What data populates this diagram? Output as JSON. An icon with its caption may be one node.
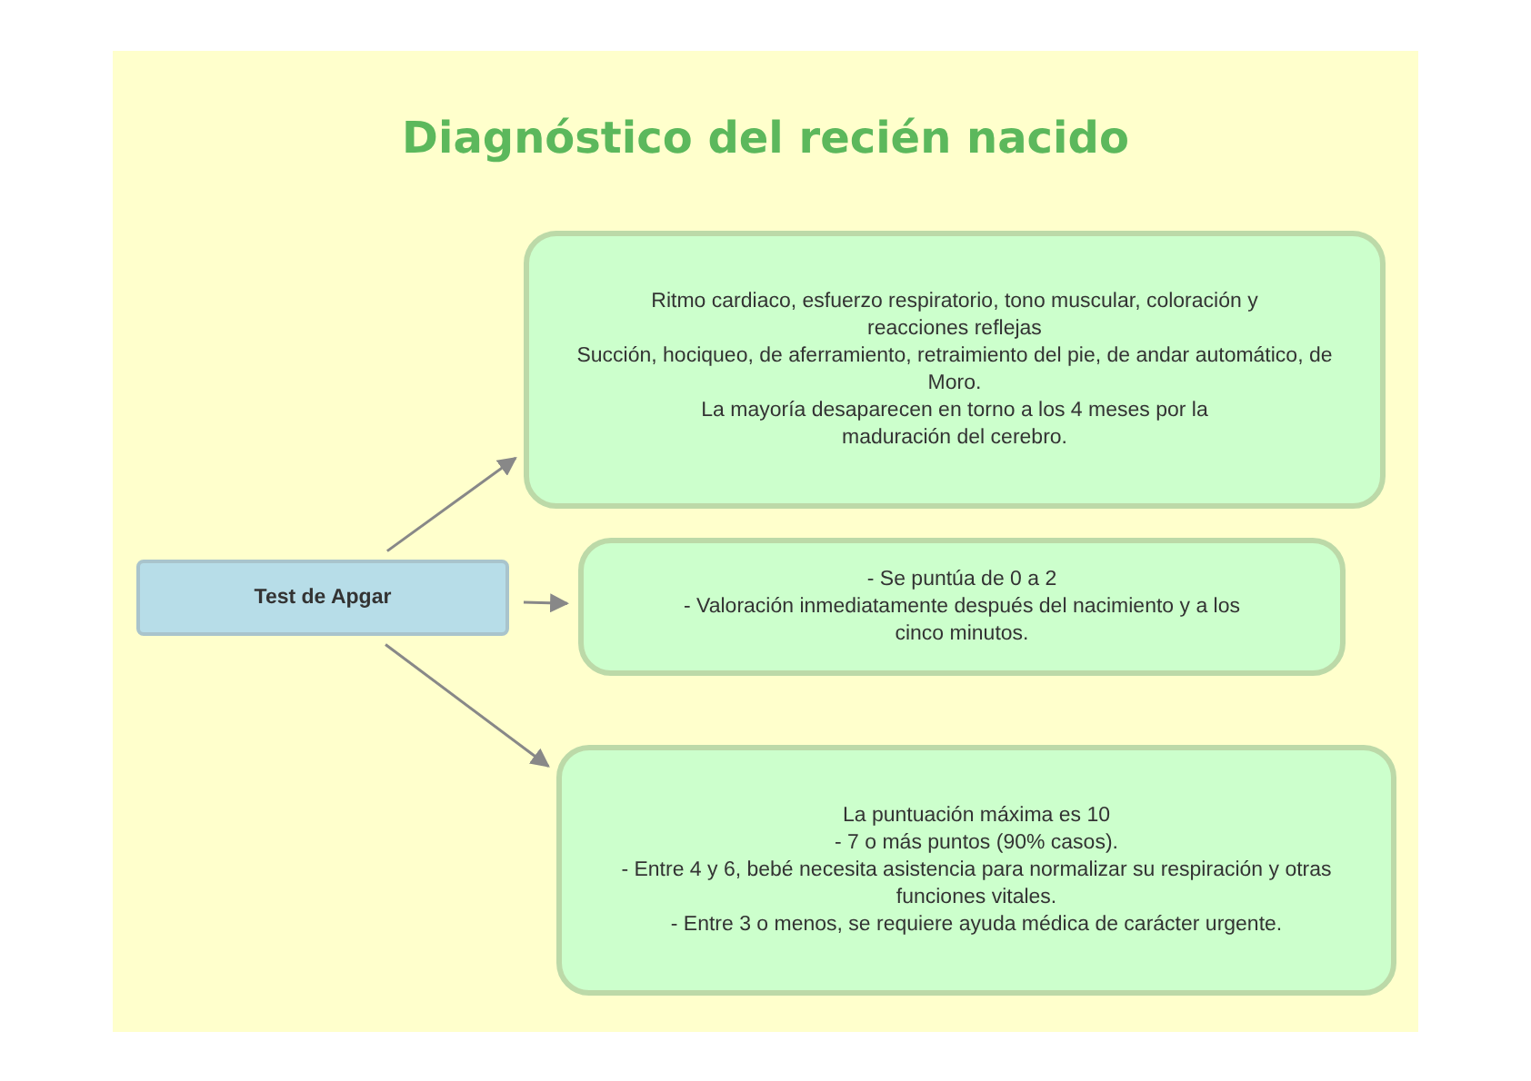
{
  "diagram": {
    "title": "Diagnóstico del recién nacido",
    "nodes": [
      {
        "text": [
          "Test de Apgar"
        ]
      },
      {
        "text": [
          "Ritmo cardiaco, esfuerzo respiratorio, tono muscular, coloración y reacciones reflejas",
          "Succión, hociqueo, de aferramiento, retraimiento del pie, de andar automático, de Moro.",
          "La mayoría desaparecen en torno a los 4 meses por la maduración del cerebro."
        ]
      },
      {
        "text": [
          "- Se puntúa de 0 a 2",
          "- Valoración inmediatamente después del nacimiento y a los cinco minutos."
        ]
      },
      {
        "text": [
          "La puntuación máxima es 10",
          "- 7 o más puntos (90% casos).",
          "- Entre 4 y 6, bebé necesita asistencia para normalizar su respiración y otras funciones vitales.",
          "- Entre 3 o menos, se requiere ayuda médica de carácter urgente."
        ]
      }
    ],
    "edges": [
      {
        "from": 0,
        "to": 1,
        "arrow": "to"
      },
      {
        "from": 0,
        "to": 2,
        "arrow": "to"
      },
      {
        "from": 0,
        "to": 3,
        "arrow": "to"
      }
    ]
  }
}
